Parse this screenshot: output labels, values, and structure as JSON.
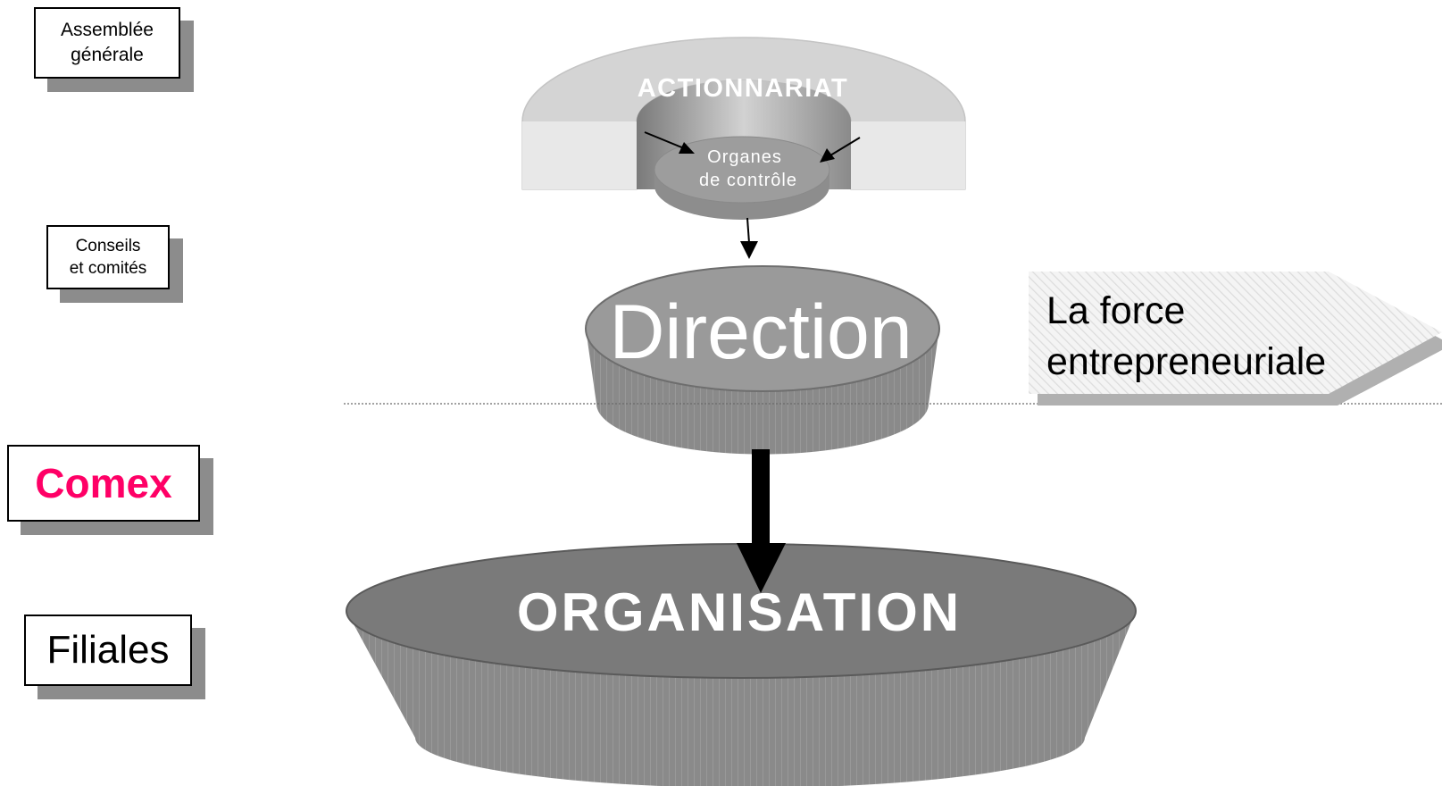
{
  "left_labels": {
    "assemblee": {
      "line1": "Assemblée",
      "line2": "générale"
    },
    "conseils": {
      "line1": "Conseils",
      "line2": "et comités"
    },
    "comex": {
      "text": "Comex",
      "color": "#ff0066"
    },
    "filiales": {
      "text": "Filiales"
    }
  },
  "diagram": {
    "actionnariat": "ACTIONNARIAT",
    "organes_line1": "Organes",
    "organes_line2": "de contrôle",
    "direction": "Direction",
    "organisation": "ORGANISATION",
    "force_line1": "La force",
    "force_line2": "entrepreneuriale"
  },
  "colors": {
    "dark_gray": "#7a7a7a",
    "mid_gray": "#9a9a9a",
    "light_gray": "#d4d4d4",
    "accent": "#ff0066"
  }
}
